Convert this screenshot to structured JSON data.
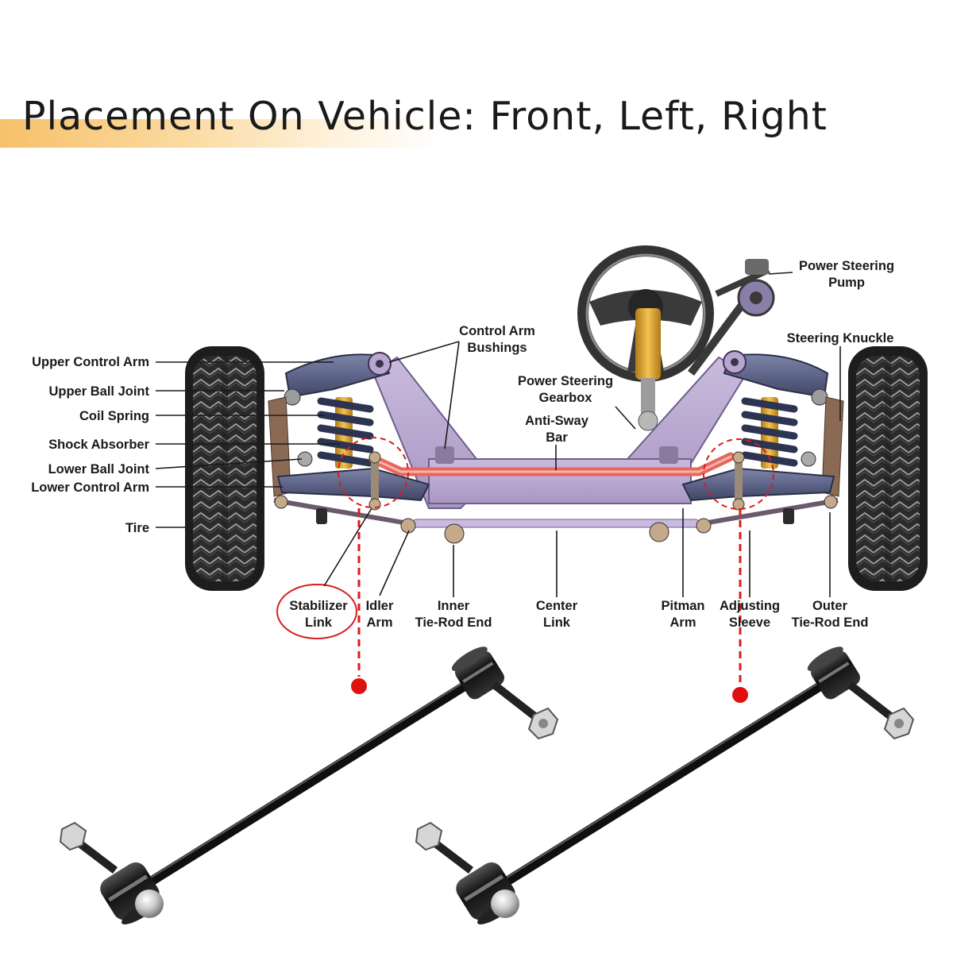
{
  "title": "Placement On Vehicle: Front, Left, Right",
  "colors": {
    "accent_band": "#f6c16a",
    "highlight_red": "#d81e1e",
    "frame_purple": "#b7a6cf",
    "anti_sway_bar": "#e8665a",
    "metal_dark": "#2a2a2a"
  },
  "labels": {
    "upper_control_arm": "Upper Control Arm",
    "upper_ball_joint": "Upper Ball Joint",
    "coil_spring": "Coil Spring",
    "shock_absorber": "Shock Absorber",
    "lower_ball_joint": "Lower Ball Joint",
    "lower_control_arm": "Lower Control Arm",
    "tire": "Tire",
    "control_arm_bushings": [
      "Control Arm",
      "Bushings"
    ],
    "power_steering_gearbox": [
      "Power Steering",
      "Gearbox"
    ],
    "anti_sway_bar": [
      "Anti-Sway",
      "Bar"
    ],
    "power_steering_pump": [
      "Power Steering",
      "Pump"
    ],
    "steering_knuckle": "Steering Knuckle",
    "stabilizer_link": [
      "Stabilizer",
      "Link"
    ],
    "idler_arm": [
      "Idler",
      "Arm"
    ],
    "inner_tie_rod_end": [
      "Inner",
      "Tie-Rod End"
    ],
    "center_link": [
      "Center",
      "Link"
    ],
    "pitman_arm": [
      "Pitman",
      "Arm"
    ],
    "adjusting_sleeve": [
      "Adjusting",
      "Sleeve"
    ],
    "outer_tie_rod_end": [
      "Outer",
      "Tie-Rod End"
    ]
  },
  "icons": [
    "steering-wheel-icon",
    "tire-icon",
    "coil-spring-icon",
    "stabilizer-link-icon"
  ]
}
